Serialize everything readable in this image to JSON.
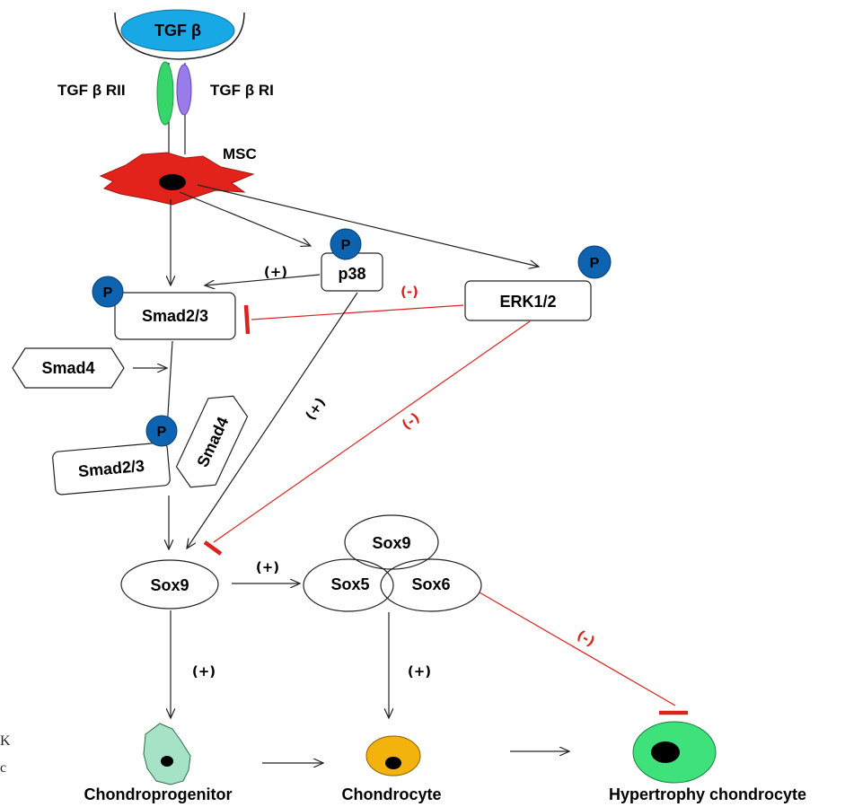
{
  "ligand": {
    "label": "TGF β"
  },
  "receptors": {
    "rii": "TGF β RII",
    "ri": "TGF β RI"
  },
  "cell": {
    "label": "MSC"
  },
  "proteins": {
    "p38": "p38",
    "smad23": "Smad2/3",
    "erk": "ERK1/2",
    "smad4": "Smad4",
    "complex_smad23": "Smad2/3",
    "complex_smad4": "Smad4"
  },
  "phospho": "P",
  "transcription": {
    "sox9": "Sox9",
    "trio_sox9": "Sox9",
    "sox5": "Sox5",
    "sox6": "Sox6"
  },
  "effects": {
    "p38_to_smad": "(+)",
    "erk_to_smad": "(-)",
    "p38_to_sox9": "(+)",
    "erk_to_sox9": "(-)",
    "sox9_to_trio": "(+)",
    "sox9_to_progenitor": "(+)",
    "trio_to_chondrocyte": "(+)",
    "trio_to_hypertrophy": "(-)"
  },
  "cell_stages": {
    "progenitor": "Chondroprogenitor",
    "chondrocyte": "Chondrocyte",
    "hypertrophy": "Hypertrophy chondrocyte"
  },
  "margin_text": [
    "K",
    "c"
  ],
  "colors": {
    "ligand": "#19a8e6",
    "rii": "#36d66a",
    "ri": "#9a7bea",
    "msc": "#e3231b",
    "phospho": "#0d63b0",
    "inhibit": "#d9231d",
    "progenitor": "#a6e3c6",
    "chondrocyte": "#f4b30c",
    "hypertrophy": "#3fe27a"
  }
}
